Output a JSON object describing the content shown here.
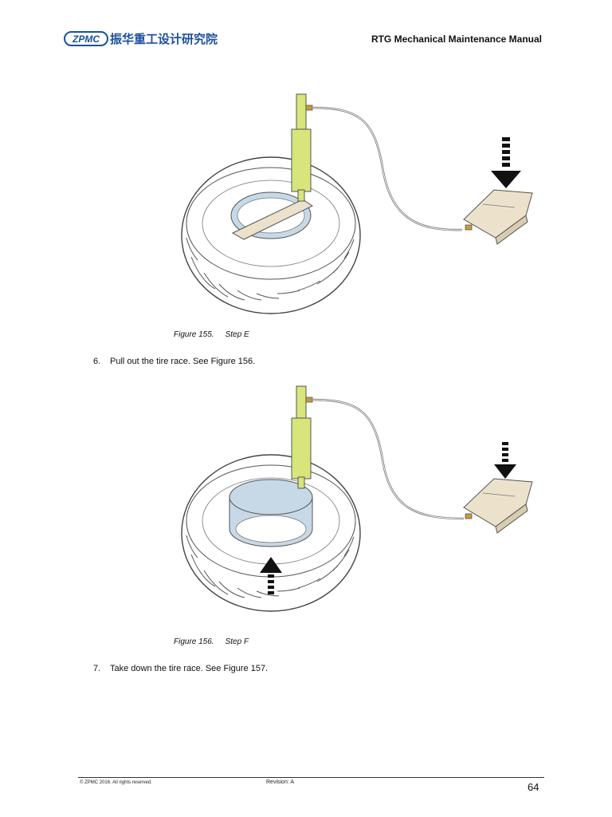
{
  "header": {
    "logo_latin": "ZPMC",
    "logo_chinese": "振华重工设计研究院",
    "title": "RTG Mechanical Maintenance Manual"
  },
  "figures": [
    {
      "number": "Figure 155.",
      "label": "Step E"
    },
    {
      "number": "Figure 156.",
      "label": "Step F"
    }
  ],
  "steps": [
    {
      "number": "6.",
      "text": "Pull out the tire race. See Figure 156."
    },
    {
      "number": "7.",
      "text": "Take down the tire race. See Figure 157."
    }
  ],
  "footer": {
    "copyright": "© ZPMC 2016. All rights reserved.",
    "revision": "Revision: A",
    "page": "64"
  },
  "colors": {
    "logo_blue": "#1c4f9c",
    "press_green": "#d7e57a",
    "race_blue": "#c7d9e6",
    "pedal_beige": "#ece2cc"
  }
}
